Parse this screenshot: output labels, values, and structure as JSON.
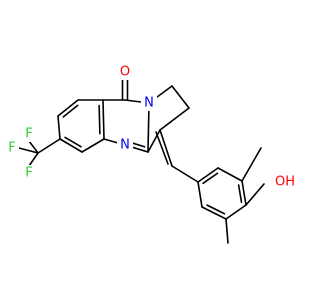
{
  "colors": {
    "bond": "#000000",
    "oxygen": "#ff0000",
    "nitrogen": "#0000ff",
    "fluorine": "#33cc33",
    "background": "#ffffff"
  },
  "atoms": {
    "carbonyl_o": "O",
    "n_bridge": "N",
    "n_ring": "N",
    "f_top": "F",
    "f_left": "F",
    "f_bottom": "F",
    "hydroxyl": "OH"
  }
}
